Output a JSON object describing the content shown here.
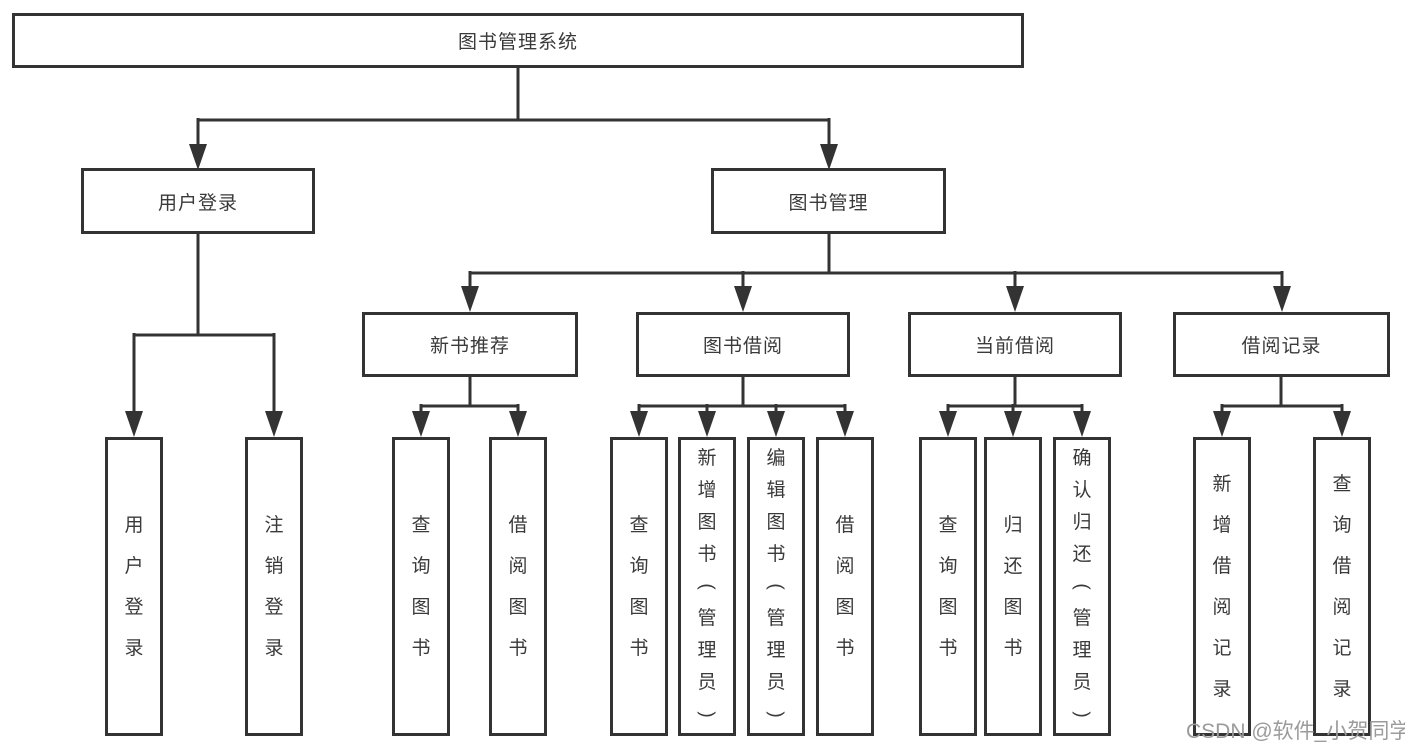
{
  "tree": {
    "label": "图书管理系统",
    "children": [
      {
        "label": "用户登录",
        "children": [
          {
            "label": "用户登录"
          },
          {
            "label": "注销登录"
          }
        ]
      },
      {
        "label": "图书管理",
        "children": [
          {
            "label": "新书推荐",
            "children": [
              {
                "label": "查询图书"
              },
              {
                "label": "借阅图书"
              }
            ]
          },
          {
            "label": "图书借阅",
            "children": [
              {
                "label": "查询图书"
              },
              {
                "label": "新增图书（管理员）"
              },
              {
                "label": "编辑图书（管理员）"
              },
              {
                "label": "借阅图书"
              }
            ]
          },
          {
            "label": "当前借阅",
            "children": [
              {
                "label": "查询图书"
              },
              {
                "label": "归还图书"
              },
              {
                "label": "确认归还（管理员）"
              }
            ]
          },
          {
            "label": "借阅记录",
            "children": [
              {
                "label": "新增借阅记录"
              },
              {
                "label": "查询借阅记录"
              }
            ]
          }
        ]
      }
    ]
  },
  "watermark": {
    "text": "CSDN @软件_小贺同学"
  },
  "colors": {
    "line": "#333333",
    "text": "#3a3a3a",
    "watermark": "#9b9b9b",
    "background": "#ffffff"
  }
}
